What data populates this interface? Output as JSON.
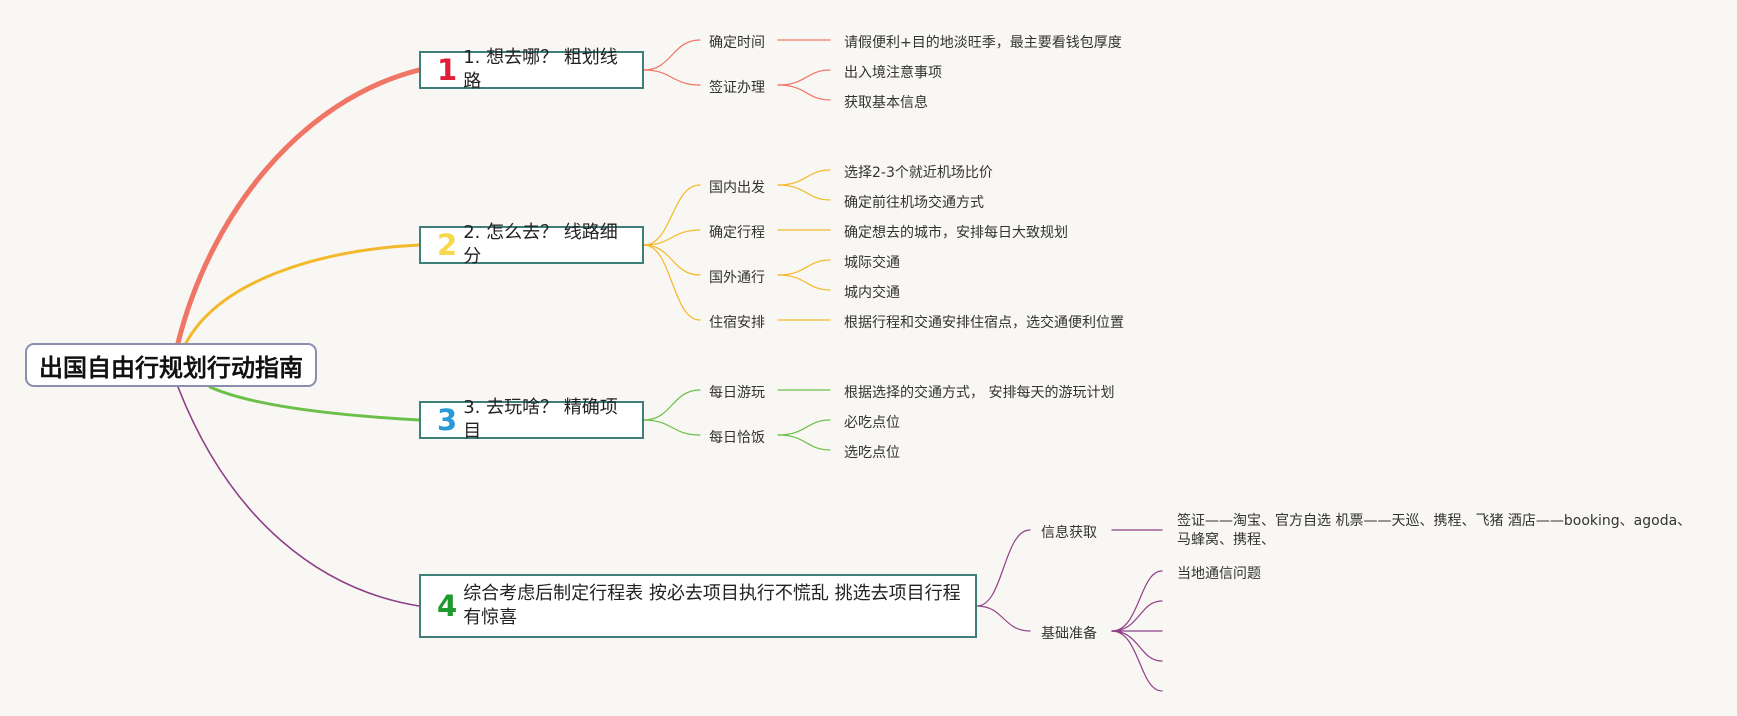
{
  "root": {
    "title": "出国自由行规划行动指南"
  },
  "branches": [
    {
      "num": "1",
      "color": "#f07565",
      "num_color": "#e01e3a",
      "title": "1. 想去哪？ 粗划线路",
      "subs": [
        {
          "label": "确定时间",
          "leaves": [
            "请假便利+目的地淡旺季，最主要看钱包厚度"
          ]
        },
        {
          "label": "签证办理",
          "leaves": [
            "出入境注意事项",
            "获取基本信息"
          ]
        }
      ]
    },
    {
      "num": "2",
      "color": "#f3b92b",
      "num_color": "#f6d84a",
      "title": "2. 怎么去？ 线路细分",
      "subs": [
        {
          "label": "国内出发",
          "leaves": [
            "选择2-3个就近机场比价",
            "确定前往机场交通方式"
          ]
        },
        {
          "label": "确定行程",
          "leaves": [
            "确定想去的城市，安排每日大致规划"
          ]
        },
        {
          "label": "国外通行",
          "leaves": [
            "城际交通",
            "城内交通"
          ]
        },
        {
          "label": "住宿安排",
          "leaves": [
            "根据行程和交通安排住宿点，选交通便利位置"
          ]
        }
      ]
    },
    {
      "num": "3",
      "color": "#6cc04a",
      "num_color": "#2a9ad6",
      "title": "3. 去玩啥？ 精确项目",
      "subs": [
        {
          "label": "每日游玩",
          "leaves": [
            "根据选择的交通方式， 安排每天的游玩计划"
          ]
        },
        {
          "label": "每日恰饭",
          "leaves": [
            "必吃点位",
            "选吃点位"
          ]
        }
      ]
    },
    {
      "num": "4",
      "color": "#8e3f87",
      "num_color": "#1e9a2e",
      "title": "综合考虑后制定行程表 按必去项目执行不慌乱 挑选去项目行程有惊喜",
      "subs": [
        {
          "label": "信息获取",
          "leaves": [
            "签证——淘宝、官方自选 机票——天巡、携程、飞猪 酒店——booking、agoda、马蜂窝、携程、"
          ]
        },
        {
          "label": "基础准备",
          "leaves": [
            "当地通信问题",
            "",
            "",
            "",
            ""
          ]
        }
      ]
    }
  ]
}
